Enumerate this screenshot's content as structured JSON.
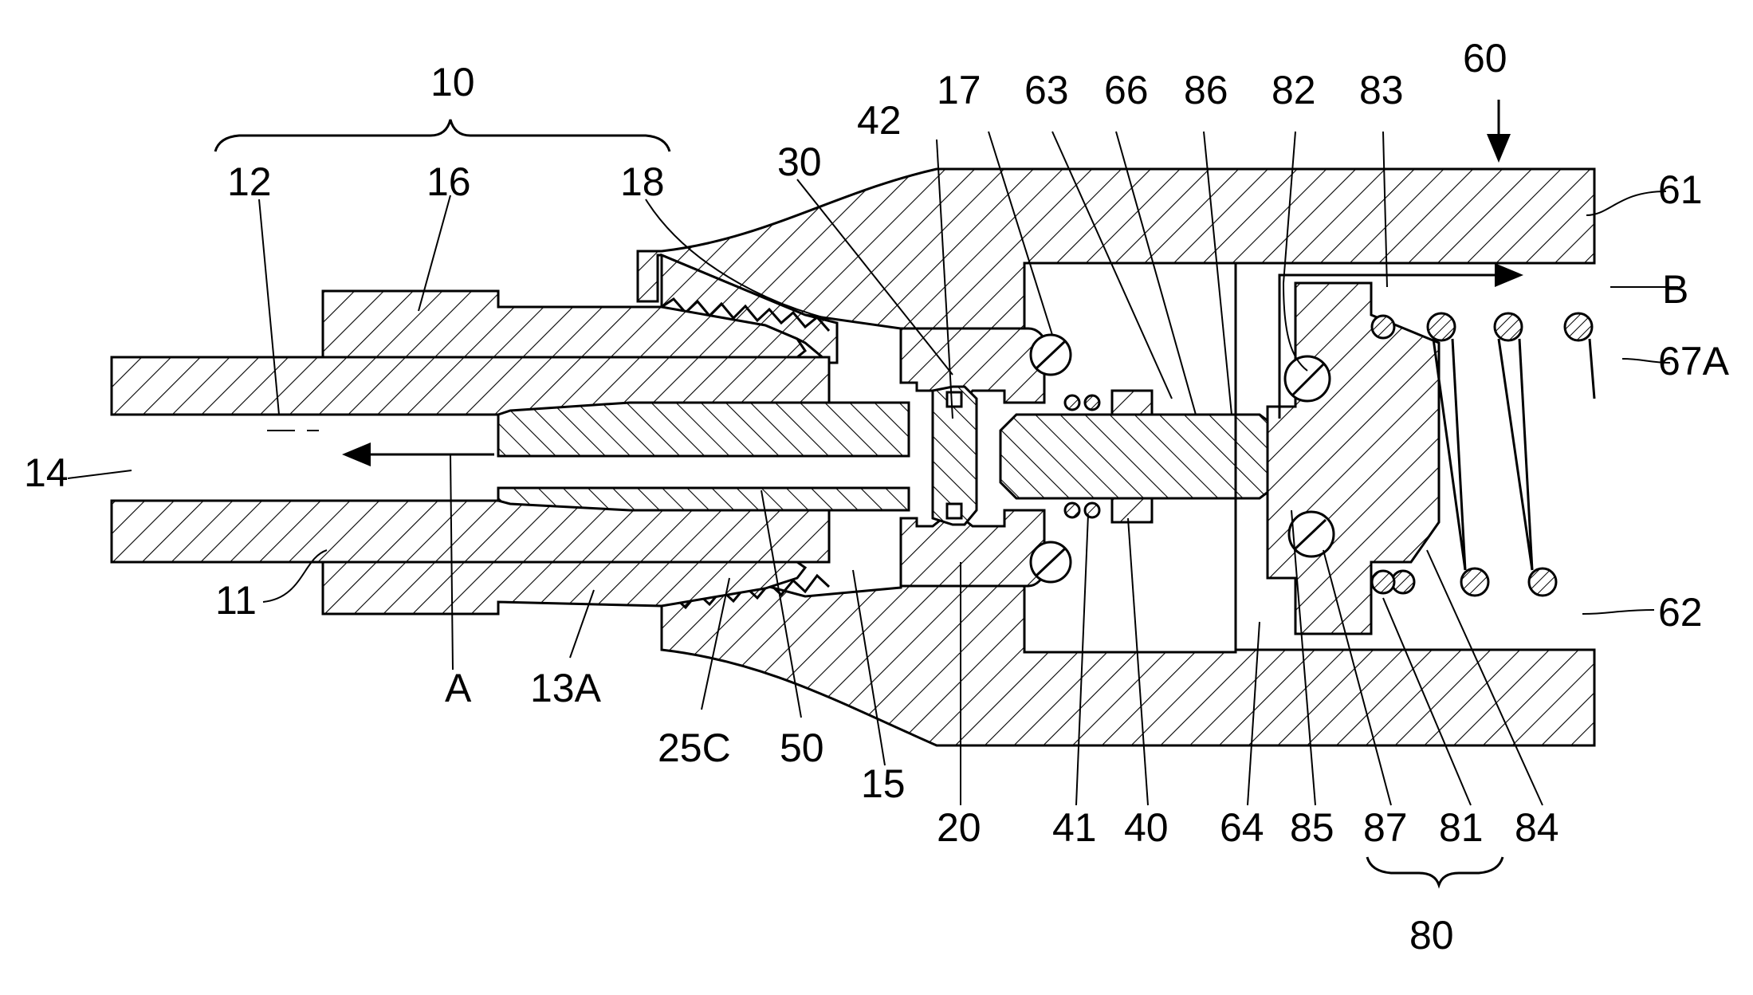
{
  "figure": {
    "labels": [
      {
        "id": "lbl-10",
        "text": "10"
      },
      {
        "id": "lbl-60",
        "text": "60"
      },
      {
        "id": "lbl-12",
        "text": "12"
      },
      {
        "id": "lbl-16",
        "text": "16"
      },
      {
        "id": "lbl-18",
        "text": "18"
      },
      {
        "id": "lbl-30",
        "text": "30"
      },
      {
        "id": "lbl-42",
        "text": "42"
      },
      {
        "id": "lbl-17",
        "text": "17"
      },
      {
        "id": "lbl-63",
        "text": "63"
      },
      {
        "id": "lbl-66",
        "text": "66"
      },
      {
        "id": "lbl-86",
        "text": "86"
      },
      {
        "id": "lbl-82",
        "text": "82"
      },
      {
        "id": "lbl-83",
        "text": "83"
      },
      {
        "id": "lbl-61",
        "text": "61"
      },
      {
        "id": "lbl-B",
        "text": "B"
      },
      {
        "id": "lbl-67A",
        "text": "67A"
      },
      {
        "id": "lbl-14",
        "text": "14"
      },
      {
        "id": "lbl-11",
        "text": "11"
      },
      {
        "id": "lbl-A",
        "text": "A"
      },
      {
        "id": "lbl-13A",
        "text": "13A"
      },
      {
        "id": "lbl-25C",
        "text": "25C"
      },
      {
        "id": "lbl-50",
        "text": "50"
      },
      {
        "id": "lbl-15",
        "text": "15"
      },
      {
        "id": "lbl-20",
        "text": "20"
      },
      {
        "id": "lbl-41",
        "text": "41"
      },
      {
        "id": "lbl-40",
        "text": "40"
      },
      {
        "id": "lbl-64",
        "text": "64"
      },
      {
        "id": "lbl-85",
        "text": "85"
      },
      {
        "id": "lbl-87",
        "text": "87"
      },
      {
        "id": "lbl-81",
        "text": "81"
      },
      {
        "id": "lbl-84",
        "text": "84"
      },
      {
        "id": "lbl-62",
        "text": "62"
      },
      {
        "id": "lbl-80",
        "text": "80"
      }
    ]
  }
}
